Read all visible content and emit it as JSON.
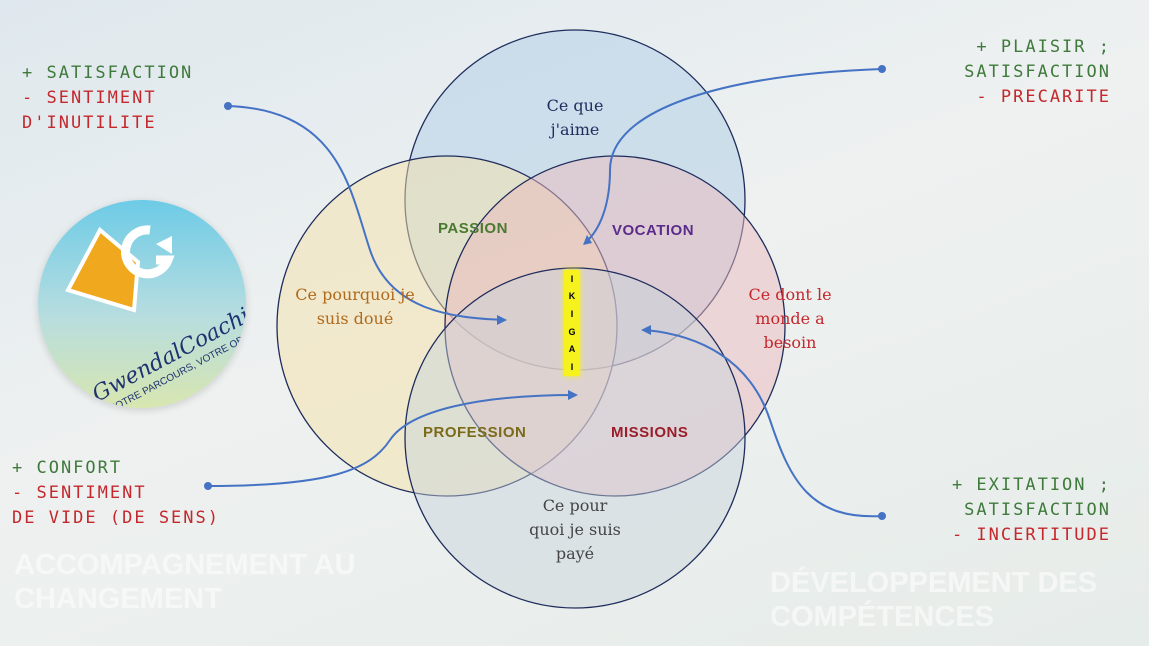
{
  "watermark": {
    "line1": "ACCOMPAGNEMENT AU CHANGEMENT",
    "line2": "DÉVELOPPEMENT DES COMPÉTENCES"
  },
  "logo": {
    "brand": "GwendalCoaching",
    "tagline": "NOTRE PARCOURS, VOTRE OBJECTIF"
  },
  "circles": {
    "top": "Ce que j'aime",
    "left": "Ce pourquoi je suis doué",
    "right": "Ce dont le monde a besoin",
    "bottom": "Ce pour quoi je suis payé"
  },
  "zones": {
    "passion": "PASSION",
    "vocation": "VOCATION",
    "profession": "PROFESSION",
    "missions": "MISSIONS"
  },
  "center": {
    "letters": [
      "I",
      "K",
      "I",
      "G",
      "A",
      "I"
    ]
  },
  "notes": {
    "top_left": {
      "plus": "+ SATISFACTION",
      "minus1": "- SENTIMENT",
      "minus2": "D'INUTILITE"
    },
    "top_right": {
      "plus1": "+ PLAISIR ;",
      "plus2": "SATISFACTION",
      "minus": "- PRECARITE"
    },
    "bottom_left": {
      "plus": "+ CONFORT",
      "minus1": "- SENTIMENT",
      "minus2": "DE VIDE (DE SENS)"
    },
    "bottom_right": {
      "plus1": "+ EXITATION ;",
      "plus2": "SATISFACTION",
      "minus": "- INCERTITUDE"
    }
  },
  "colors": {
    "arrow": "#4472c4",
    "positive": "#3f7a3c",
    "negative": "#c4282d"
  }
}
